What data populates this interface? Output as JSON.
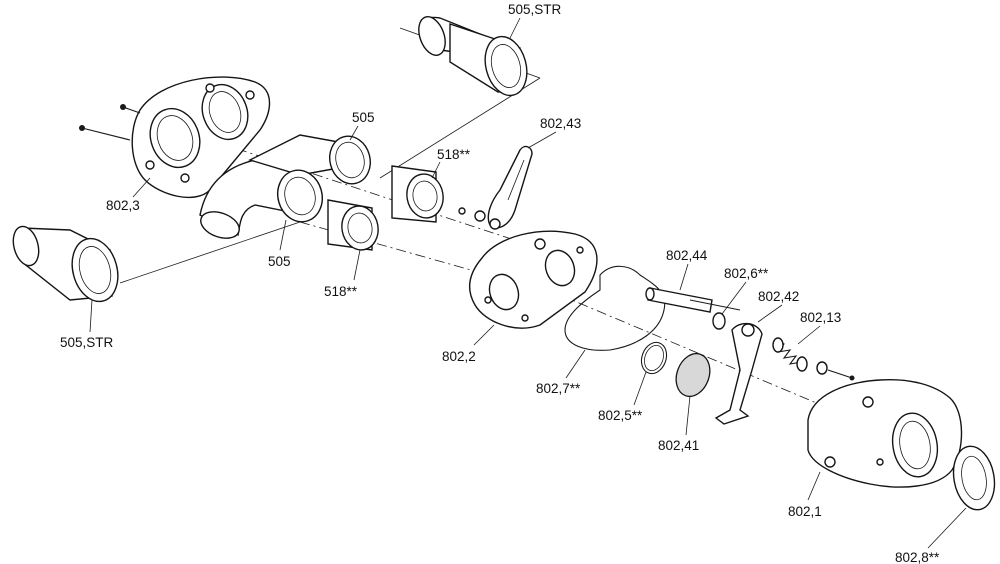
{
  "labels": {
    "l505str_top": "505,STR",
    "l505str_left": "505,STR",
    "l505_top": "505",
    "l505_bottom": "505",
    "l518_top": "518**",
    "l518_bottom": "518**",
    "l802_3": "802,3",
    "l802_43": "802,43",
    "l802_44": "802,44",
    "l802_6": "802,6**",
    "l802_42": "802,42",
    "l802_13": "802,13",
    "l802_2": "802,2",
    "l802_7": "802,7**",
    "l802_5": "802,5**",
    "l802_41": "802,41",
    "l802_1": "802,1",
    "l802_8": "802,8**"
  }
}
